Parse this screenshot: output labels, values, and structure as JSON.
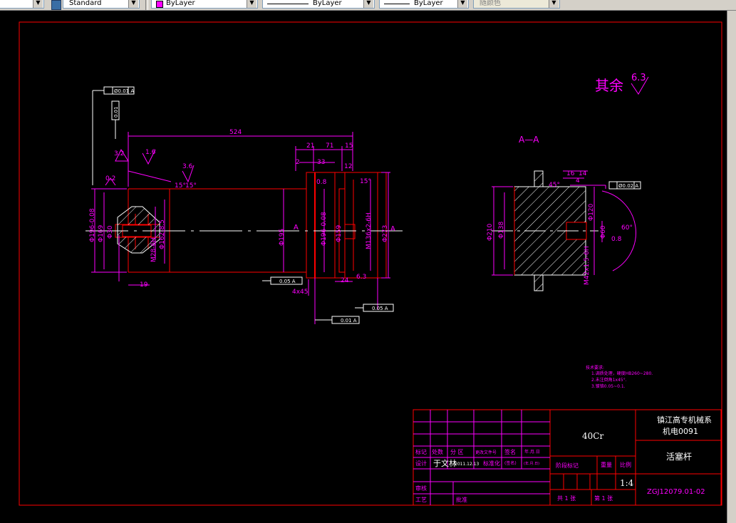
{
  "toolbar": {
    "textstyle": "Standard",
    "layer": "ByLayer",
    "linetype": "ByLayer",
    "lineweight": "ByLayer",
    "plotstyle": "随颜色"
  },
  "colors": {
    "line": "#ff00ff",
    "frame": "#ff0000",
    "white": "#ffffff",
    "background": "#000000"
  },
  "drawing": {
    "surface_mark_label": "其余",
    "surface_mark_value": "6.3",
    "section_label": "A—A",
    "dims": {
      "overall_length": "524",
      "d21": "21",
      "d71": "71",
      "d15": "15",
      "d2": "2",
      "d33": "33",
      "d12": "12",
      "d24": "24",
      "d19": "19",
      "d4x45": "4x45",
      "d15deg_a": "15°",
      "d15deg_b": "15°",
      "d15deg_c": "15°",
      "d0_2": "0.2",
      "d3_2": "3.2",
      "d1_6": "1.6",
      "d3_6": "3.6",
      "d0_8": "0.8",
      "d6_3": "6.3",
      "phi195": "Φ195",
      "phi273": "Φ273",
      "phi159": "Φ159",
      "phi162": "Φ162-8.5",
      "phi196": "Φ196-0.08",
      "phi138": "Φ138",
      "phi120": "Φ120",
      "phi169": "Φ169",
      "m136": "M136x2-6H",
      "m28": "M28-6H",
      "phi30": "Φ30",
      "phi60": "Φ60",
      "phi210": "Φ210",
      "phi138b": "Φ138",
      "deg45": "45°",
      "deg60": "60°",
      "d16": "16",
      "d14": "14",
      "d4": "4",
      "m42": "M42x1.5-6H",
      "a_mark": "A"
    },
    "tolerances": {
      "coax_top": "Ø0.01 A",
      "perp_top": "0.01",
      "runout1": "0.05 A",
      "runout2": "0.05 A",
      "flat1": "0.01 A",
      "coax_right": "Ø0.02 A"
    },
    "notes": [
      "技术要求:",
      "1.调质处理，硬度HB260~280.",
      "2.未注倒角1x45°.",
      "3.镀铬0.05~0.1."
    ]
  },
  "titleblock": {
    "material": "40Cr",
    "school_line1": "镇江高专机械系",
    "school_line2": "机电0091",
    "part_name": "活塞杆",
    "drawing_no": "ZGJ12079.01-02",
    "scale": "1:4",
    "row_mark": "标记",
    "row_count": "处数",
    "row_zone": "分 区",
    "row_doc": "更改文件号",
    "row_sign": "签名",
    "row_date": "年.月.日",
    "design": "设计",
    "designer": "于文林",
    "design_date": "2011.12.13",
    "std": "标准化",
    "sign2": "(签名)",
    "date2": "(年.月.日)",
    "stage": "阶段标记",
    "weight": "重量",
    "ratio": "比例",
    "review": "审核",
    "process": "工艺",
    "approve": "批准",
    "total": "共 1 张",
    "sheet": "第 1 张"
  }
}
